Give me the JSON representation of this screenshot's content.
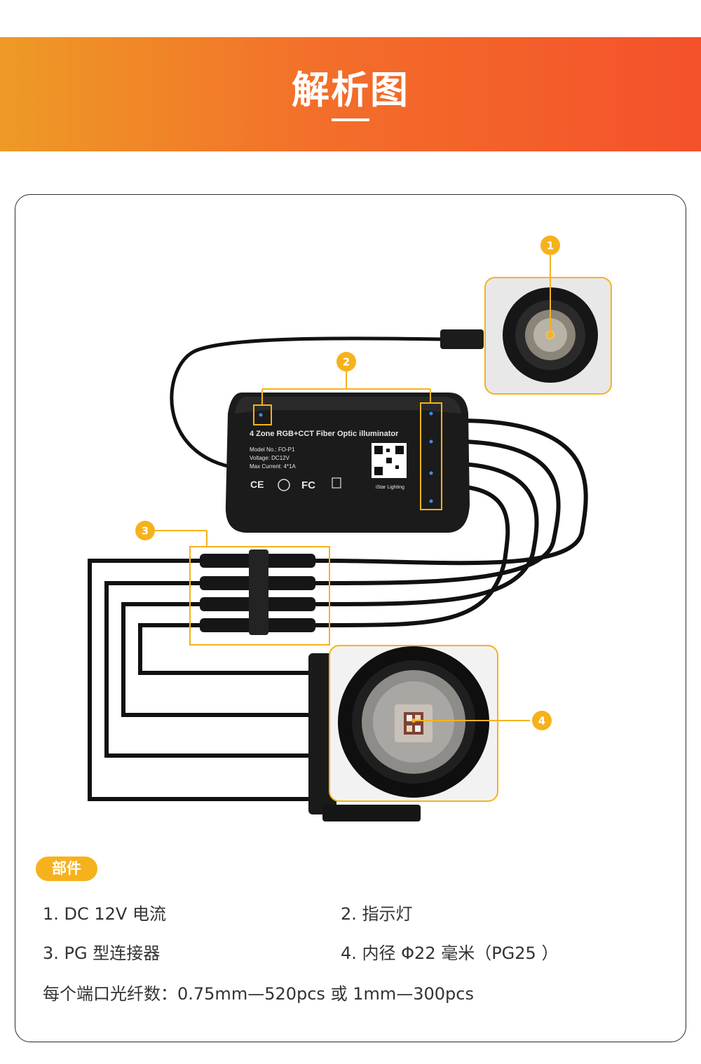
{
  "header": {
    "title": "解析图"
  },
  "callouts": [
    "1",
    "2",
    "3",
    "4"
  ],
  "device": {
    "title": "4 Zone RGB+CCT Fiber Optic illuminator",
    "model": "Model No.: FO-P1",
    "voltage": "Voltage: DC12V",
    "current": "Max Current: 4*1A",
    "brand": "iStar Lighting",
    "cert_ce": "CE",
    "cert_fc": "FC"
  },
  "parts": {
    "tag": "部件",
    "item1": "1. DC 12V 电流",
    "item2": "2. 指示灯",
    "item3": "3. PG 型连接器",
    "item4": "4. 内径 Φ22 毫米（PG25 ）",
    "fiber_count": "每个端口光纤数：0.75mm—520pcs 或 1mm—300pcs"
  },
  "colors": {
    "banner_left": "#ee9a26",
    "banner_right": "#f4512b",
    "accent": "#f6b21c",
    "indicator": "#3a8ee8"
  }
}
